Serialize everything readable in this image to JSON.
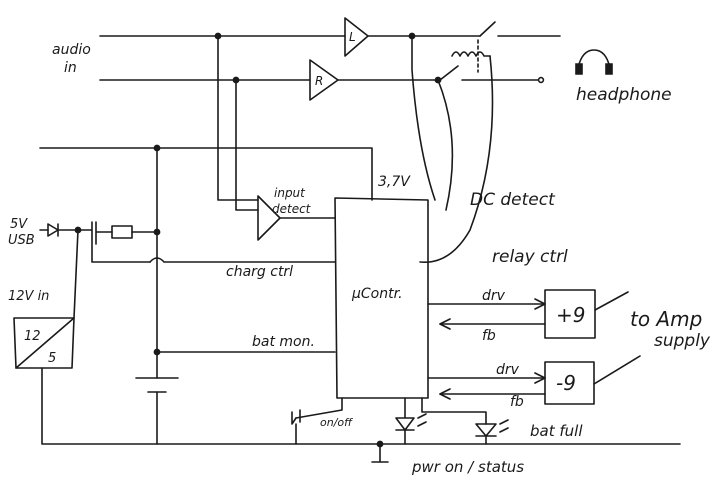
{
  "labels": {
    "audio_in_1": "audio",
    "audio_in_2": "in",
    "headphone": "headphone",
    "amp_left": "L",
    "amp_right": "R",
    "rail_3v7": "3,7V",
    "dc_detect": "DC detect",
    "relay_ctrl": "relay ctrl",
    "input_detect_1": "input",
    "input_detect_2": "detect",
    "charge_ctrl": "charg ctrl",
    "bat_mon": "bat mon.",
    "mcu": "µContr.",
    "usb_5v_1": "5V",
    "usb_5v_2": "USB",
    "in_12v": "12V in",
    "reg_top": "12",
    "reg_bottom": "5",
    "drv_pos": "drv",
    "fb_pos": "fb",
    "drv_neg": "drv",
    "fb_neg": "fb",
    "supply_pos": "+9",
    "supply_neg": "-9",
    "to_amp_1": "to Amp",
    "to_amp_2": "supply",
    "onoff": "on/off",
    "bat_full": "bat full",
    "pwr_status": "pwr on / status"
  }
}
